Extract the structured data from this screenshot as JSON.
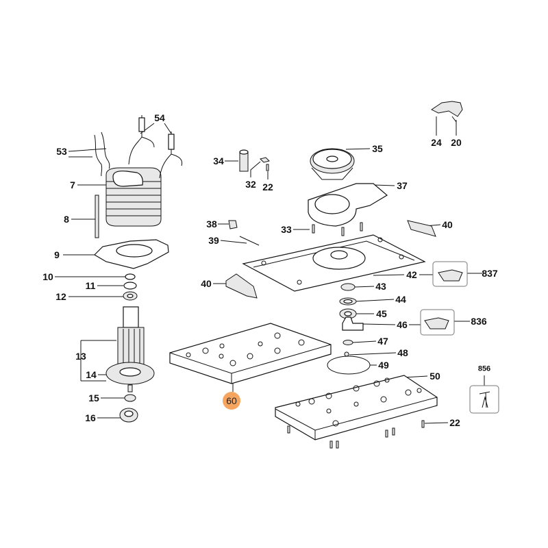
{
  "diagram": {
    "highlight_color": "#f5a55f",
    "labels": {
      "p54": "54",
      "p53": "53",
      "p7": "7",
      "p8": "8",
      "p9": "9",
      "p10": "10",
      "p11": "11",
      "p12": "12",
      "p13": "13",
      "p14": "14",
      "p15": "15",
      "p16": "16",
      "p60": "60",
      "p34": "34",
      "p32": "32",
      "p22a": "22",
      "p35": "35",
      "p37": "37",
      "p38": "38",
      "p39": "39",
      "p33": "33",
      "p40a": "40",
      "p40b": "40",
      "p42": "42",
      "p837": "837",
      "p43": "43",
      "p44": "44",
      "p45": "45",
      "p46": "46",
      "p836": "836",
      "p47": "47",
      "p48": "48",
      "p49": "49",
      "p50": "50",
      "p856": "856",
      "p22b": "22",
      "p24": "24",
      "p20": "20"
    }
  }
}
